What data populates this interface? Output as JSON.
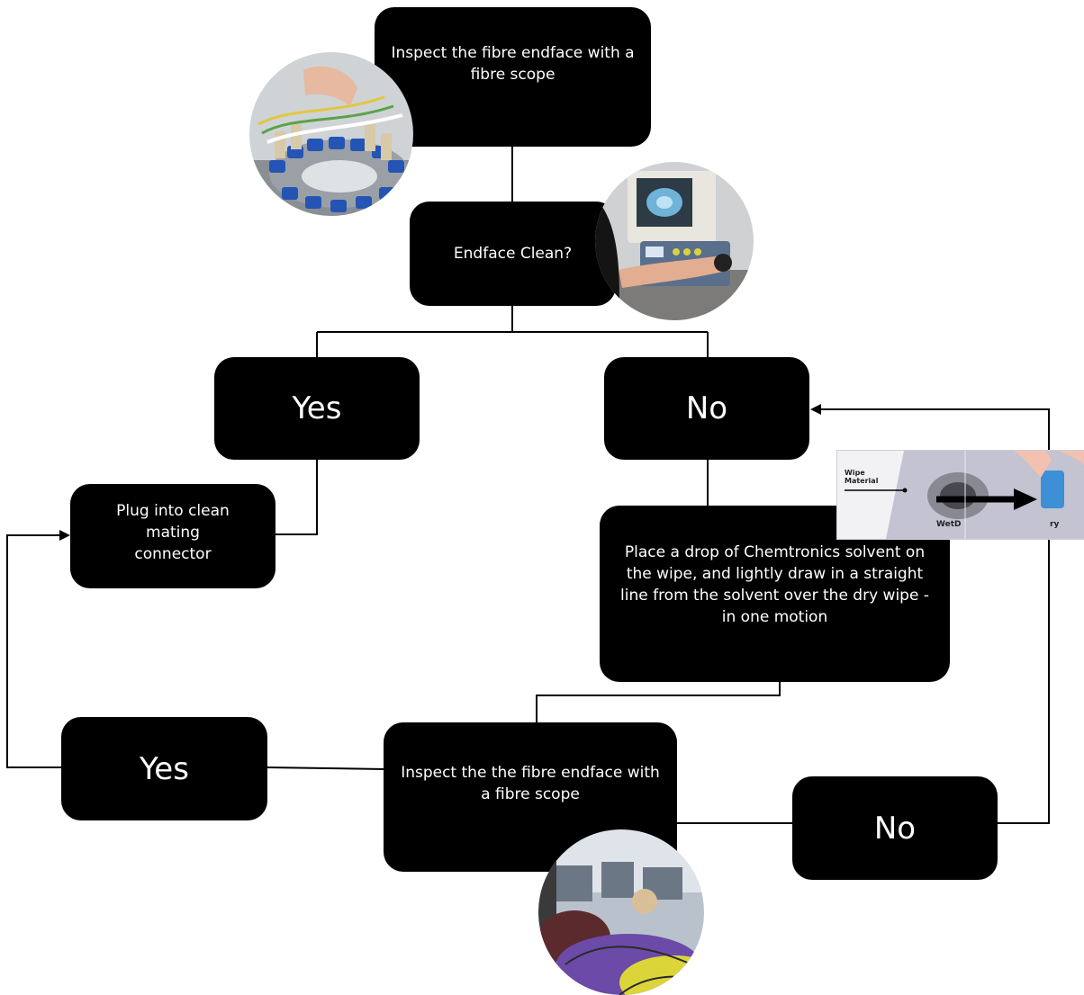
{
  "flowchart": {
    "steps": {
      "inspect_first": "Inspect the fibre endface with a fibre scope",
      "decision": "Endface Clean?",
      "yes_top": "Yes",
      "no_top": "No",
      "plug": "Plug into clean mating connector",
      "clean_instruction": "Place a drop of Chemtronics solvent on the wipe, and lightly draw in a straight line from the solvent over the dry wipe - in one motion",
      "inspect_second": "Inspect the the fibre endface with a fibre scope",
      "yes_bottom": "Yes",
      "no_bottom": "No"
    },
    "wipe_inset": {
      "material_label": "Wipe Material",
      "wet_label": "WetD",
      "dry_label": "ry"
    }
  },
  "colors": {
    "box": "#000000",
    "text": "#ffffff",
    "line": "#000000"
  }
}
